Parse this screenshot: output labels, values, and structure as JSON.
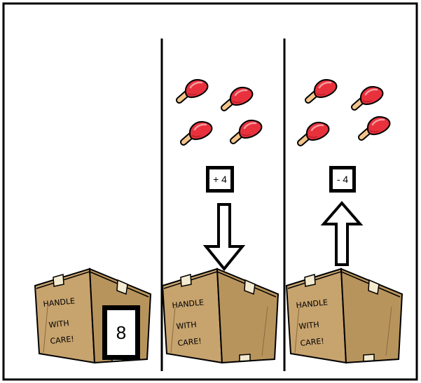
{
  "panels": [
    {
      "id": "start",
      "box_label": "HANDLE WITH CARE!",
      "count": "8"
    },
    {
      "id": "add",
      "box_label": "HANDLE WITH CARE!",
      "operation": "+ 4",
      "popsicles": 4,
      "arrow": "down"
    },
    {
      "id": "subtract",
      "box_label": "HANDLE WITH CARE!",
      "operation": "- 4",
      "popsicles": 4,
      "arrow": "up"
    }
  ],
  "box_label_lines": [
    "HANDLE",
    "WITH",
    "CARE!"
  ],
  "colors": {
    "popsicle": "#e8313c",
    "popsicle_highlight": "#f59aa0",
    "stick": "#f2c489",
    "box": "#c7a36e",
    "box_dark": "#a9854f",
    "tape": "#f3ead0",
    "ink": "#000000"
  }
}
